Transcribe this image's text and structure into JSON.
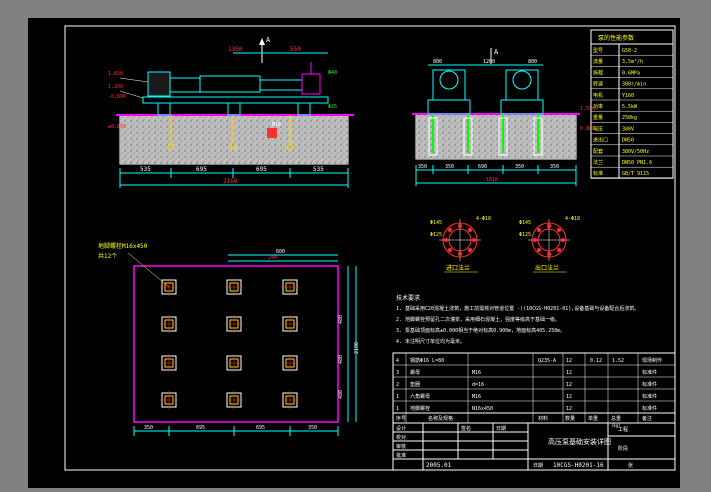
{
  "window": {
    "background": "#808080",
    "sheet_background": "#000000"
  },
  "colors": {
    "dimension": "#00ffff",
    "text": "#ffff00",
    "outline": "#ffffff",
    "accent": "#ff00ff",
    "red": "#ff3030",
    "green": "#00ff00"
  },
  "top_view": {
    "flow_arrow_label": "A",
    "dims_top": [
      "1350",
      "550"
    ],
    "left_labels": [
      "1.650",
      "1.200",
      "-0.800",
      "±0.000"
    ],
    "bottom_dims": [
      "535",
      "695",
      "695",
      "535"
    ],
    "total_dim": "2160",
    "small_labels": [
      "Φ40",
      "Φ25",
      "M16"
    ]
  },
  "side_view": {
    "top_label": "A",
    "dims": [
      "800",
      "1200",
      "800"
    ],
    "bottom_dims": [
      "350",
      "350",
      "690",
      "350",
      "350"
    ],
    "total_dim": "1810",
    "side_dims": [
      "1.550",
      "0.800"
    ]
  },
  "spec_table": {
    "title": "泵的性能参数",
    "rows": [
      {
        "label": "型号",
        "value": "G50-2"
      },
      {
        "label": "流量",
        "value": "3.5m³/h"
      },
      {
        "label": "扬程",
        "value": "0.6MPa"
      },
      {
        "label": "转速",
        "value": "380r/min"
      },
      {
        "label": "电机",
        "value": "Y160"
      },
      {
        "label": "功率",
        "value": "5.5kW"
      },
      {
        "label": "重量",
        "value": "250kg"
      },
      {
        "label": "电压",
        "value": "380V"
      },
      {
        "label": "进出口",
        "value": "DN50"
      },
      {
        "label": "配套",
        "value": "380V/50Hz"
      },
      {
        "label": "法兰",
        "value": "DN50 PN1.6"
      },
      {
        "label": "标准",
        "value": "GB/T 9115"
      }
    ]
  },
  "flange_details": [
    {
      "caption": "进口法兰",
      "labels": [
        "Φ145",
        "Φ125",
        "4-Φ18"
      ]
    },
    {
      "caption": "出口法兰",
      "labels": [
        "Φ145",
        "Φ125",
        "4-Φ18"
      ]
    }
  ],
  "plan_view": {
    "callout": "地脚螺栓M16x450",
    "callout_sub": "共12个",
    "top_dims": [
      "240",
      "600"
    ],
    "bottom_dims": [
      "350",
      "695",
      "695",
      "350"
    ],
    "side_dims": [
      "480",
      "480",
      "480",
      "2180"
    ]
  },
  "notes": {
    "title": "技术要求",
    "lines": [
      "1. 基础采用C20混凝土浇筑，施工前需核对管道位置 -)(10CGS-H0201-01),设备基础与设备配合后浇筑。",
      "2. 地脚螺栓预留孔二次灌浆，采用细石混凝土，强度等级高于基础一级。",
      "3. 泵基础顶面标高±0.000相当于绝对标高0.900m，地面标高405.250m。",
      "4. 未注明尺寸单位均为毫米。"
    ]
  },
  "bom": {
    "rows": [
      {
        "no": "4",
        "name": "钢筋Φ16 L=80",
        "spec": "",
        "material": "Q235-A",
        "qty": "12",
        "weight": "0.12",
        "total": "1.52",
        "remark": "现场制作"
      },
      {
        "no": "3",
        "name": "螺母",
        "spec": "M16",
        "material": "",
        "qty": "12",
        "weight": "",
        "total": "",
        "remark": "标准件"
      },
      {
        "no": "2",
        "name": "垫圈",
        "spec": "d=16",
        "material": "",
        "qty": "12",
        "weight": "",
        "total": "",
        "remark": "标准件"
      },
      {
        "no": "1",
        "name": "六角螺母",
        "spec": "M16",
        "material": "",
        "qty": "12",
        "weight": "",
        "total": "",
        "remark": "标准件"
      },
      {
        "no": "1",
        "name": "地脚螺栓",
        "spec": "N16x450",
        "material": "",
        "qty": "12",
        "weight": "",
        "total": "",
        "remark": "标准件"
      }
    ],
    "header": [
      "序号",
      "名称及规格",
      "材料",
      "数量",
      "单重",
      "总重",
      "备注"
    ],
    "header_extra": "(kg)"
  },
  "title_block": {
    "drawing_title": "高压泵基础安装详图",
    "project_label": "工程",
    "stage_label": "阶段",
    "doc_no": "10CGS-H0201-16",
    "ref_no": "2005.01",
    "date_label": "日期",
    "sheet_label": "张",
    "roles": [
      "设计",
      "校对",
      "审核",
      "批准"
    ],
    "sign_labels": [
      "签名",
      "日期"
    ]
  }
}
